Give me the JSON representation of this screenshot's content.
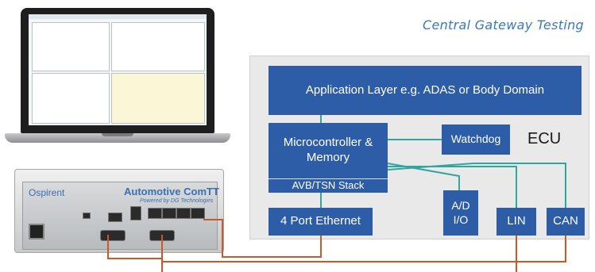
{
  "title": "Central Gateway Testing",
  "blocks": {
    "app_layer": "Application Layer e.g. ADAS or Body Domain",
    "microcontroller": "Microcontroller & Memory",
    "avb_tsn": "AVB/TSN Stack",
    "watchdog": "Watchdog",
    "ethernet": "4 Port Ethernet",
    "ad_io": "A/D I/O",
    "lin": "LIN",
    "can": "CAN"
  },
  "ecu_label": "ECU",
  "hardware": {
    "brand": "Ospirent",
    "product": "Automotive ComTT",
    "powered": "Powered by DG Technologies"
  },
  "colors": {
    "block_blue": "#2e5da8",
    "teal_line": "#2fa6a0",
    "orange_line": "#c85a2a",
    "panel_gray": "#e9e9e9",
    "title_blue": "#3a78b8"
  }
}
